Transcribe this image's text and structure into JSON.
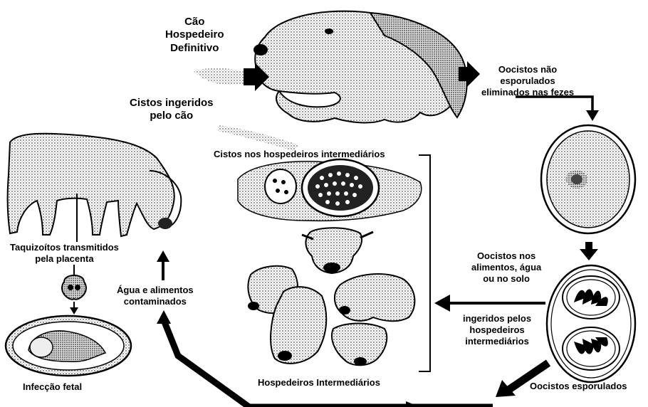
{
  "definitive_host": {
    "title_lines": [
      "Cão",
      "Hospedeiro",
      "Definitivo"
    ]
  },
  "labels": {
    "cysts_ingested": [
      "Cistos ingeridos",
      "pelo cão"
    ],
    "unsporulated_oocysts": [
      "Oocistos não",
      "esporulados",
      "eliminados nas fezes"
    ],
    "cysts_intermediate": "Cistos nos hospedeiros intermediários",
    "tachyzoites": [
      "Taquizoítos transmitidos",
      "pela placenta"
    ],
    "fetal_infection": "Infecção fetal",
    "water_food": [
      "Água e alimentos",
      "contaminados"
    ],
    "oocysts_env": [
      "Oocistos nos",
      "alimentos, água",
      "ou no solo"
    ],
    "ingested_by": [
      "ingeridos pelos",
      "hospedeiros",
      "intermediários"
    ],
    "intermediate_hosts": "Hospedeiros Intermediários",
    "sporulated_oocysts": "Oocistos esporulados"
  },
  "icons": {
    "dog": "dog-head-icon",
    "cow": "cow-icon",
    "oocyst_unsporulated": "oocyst-icon",
    "oocyst_sporulated": "sporulated-oocyst-icon",
    "cyst": "tissue-cyst-icon",
    "hosts": "intermediate-host-heads-icon",
    "placenta": "placenta-icon",
    "fetus": "fetus-icon"
  },
  "colors": {
    "ink": "#000000",
    "paper": "#ffffff",
    "stipple": "#7a7a7a"
  }
}
